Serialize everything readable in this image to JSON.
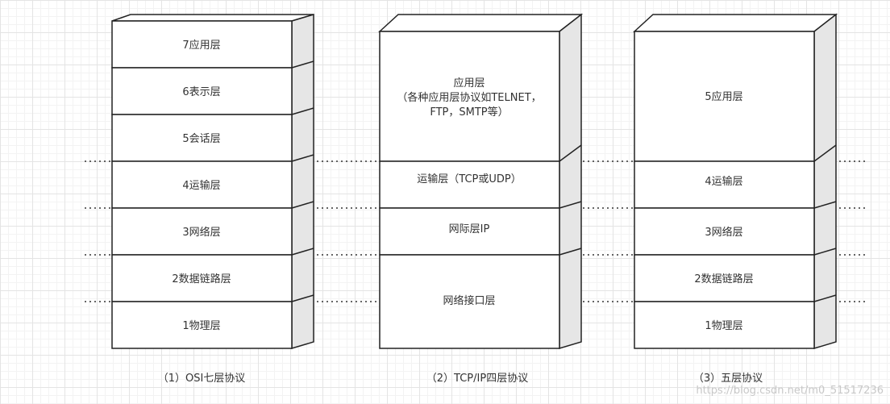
{
  "colors": {
    "box_fill": "#ffffff",
    "side_fill": "#e6e6e6",
    "stroke": "#222222",
    "dotted_line": "#333333",
    "text": "#333333",
    "watermark": "#c8c8c8"
  },
  "models": {
    "osi": {
      "caption": "（1）OSI七层协议",
      "layers": [
        "7应用层",
        "6表示层",
        "5会话层",
        "4运输层",
        "3网络层",
        "2数据链路层",
        "1物理层"
      ]
    },
    "tcpip": {
      "caption": "（2）TCP/IP四层协议",
      "layers": {
        "application": [
          "应用层",
          "（各种应用层协议如TELNET，",
          "FTP，SMTP等）"
        ],
        "transport": "运输层（TCP或UDP）",
        "internet": "网际层IP",
        "link": "网络接口层"
      }
    },
    "five": {
      "caption": "（3）五层协议",
      "layers": [
        "5应用层",
        "4运输层",
        "3网络层",
        "2数据链路层",
        "1物理层"
      ]
    }
  },
  "watermark": "https://blog.csdn.net/m0_51517236"
}
